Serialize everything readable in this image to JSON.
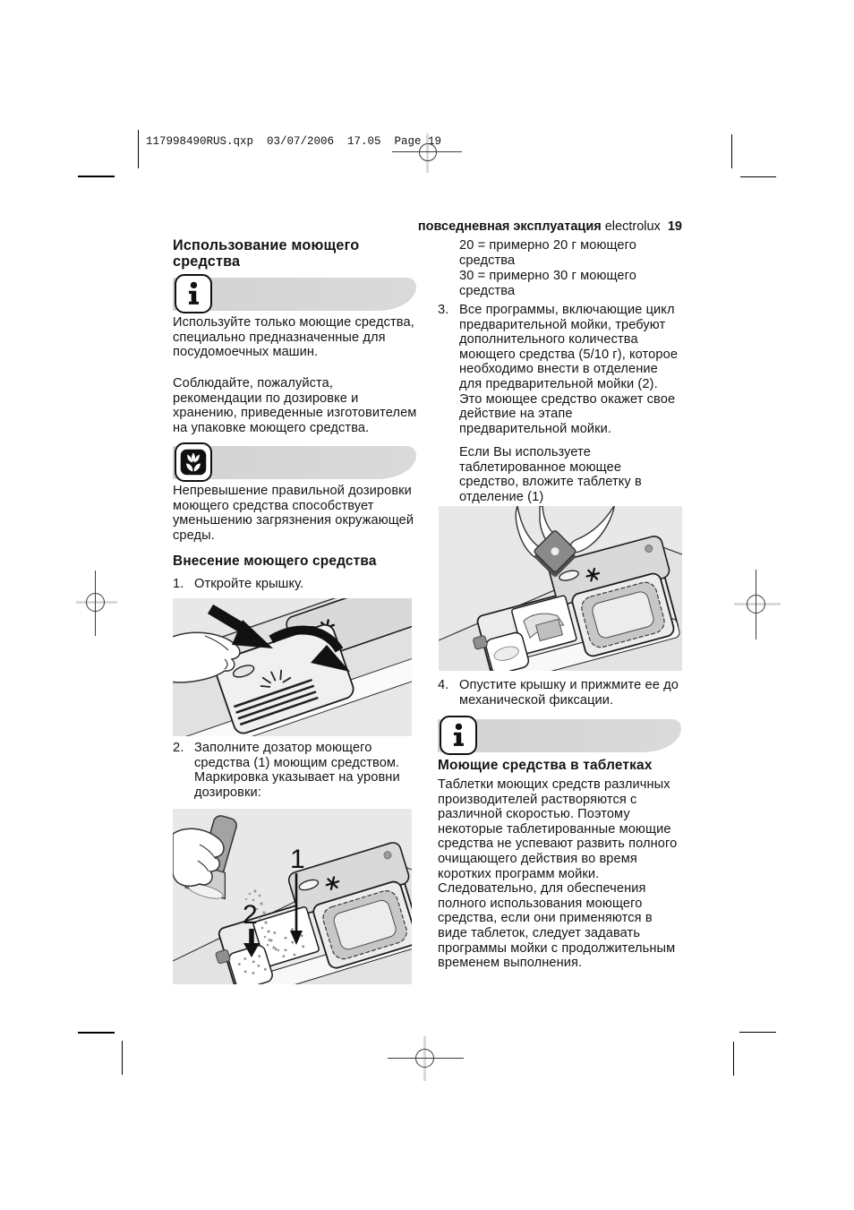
{
  "colors": {
    "bar_gray": "#d6d6d6",
    "figure_bg": "#e8e8e8",
    "text": "#141414"
  },
  "print_header": "117998490RUS.qxp  03/07/2006  17.05  Page 19",
  "page_header": {
    "section": "повседневная эксплуатация",
    "brand": "electrolux",
    "page_number": "19"
  },
  "icons": {
    "info": "info-icon",
    "eco": "eco-flower-icon"
  },
  "left": {
    "title": "Использование моющего средства",
    "info_note_1": "Используйте только моющие средства, специально предназначенные для посудомоечных машин.",
    "info_note_2": "Соблюдайте, пожалуйста, рекомендации по дозировке и хранению, приведенные изготовителем на упаковке моющего средства.",
    "eco_note": "Непревышение правильной дозировки моющего средства способствует уменьшению загрязнения окружающей среды.",
    "subtitle": "Внесение моющего средства",
    "step1_num": "1.",
    "step1": "Откройте крышку.",
    "step2_num": "2.",
    "step2": "Заполните дозатор моющего средства (1) моющим средством. Маркировка указывает на уровни дозировки:",
    "fig2_label_1": "1",
    "fig2_label_2": "2"
  },
  "right": {
    "dose_20": "20 = примерно 20 г моющего средства",
    "dose_30": "30 = примерно 30 г моющего средства",
    "step3_num": "3.",
    "step3": "Все программы, включающие цикл предварительной мойки, требуют дополнительного количества моющего средства (5/10 г), которое необходимо внести в отделение для предварительной мойки (2). Это моющее средство окажет свое действие на этапе предварительной мойки.",
    "tablet_note": "Если Вы используете таблетированное моющее средство, вложите таблетку в отделение (1)",
    "step4_num": "4.",
    "step4": "Опустите крышку и прижмите ее до механической фиксации.",
    "subtitle": "Моющие средства в таблетках",
    "tablets_para": "Таблетки моющих средств различных производителей растворяются с различной скоростью. Поэтому некоторые таблетированные моющие средства не успевают развить полного очищающего действия во время коротких программ мойки. Следовательно, для обеспечения полного использования моющего средства, если они применяются в виде таблеток, следует задавать программы мойки с продолжительным временем выполнения."
  }
}
